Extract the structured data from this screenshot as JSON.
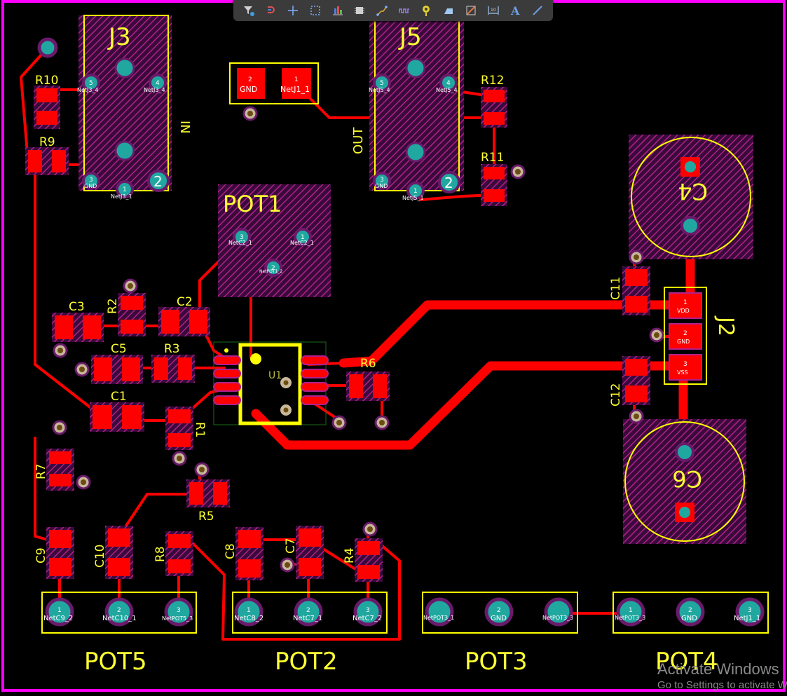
{
  "toolbar": {
    "tools": [
      {
        "id": "filter",
        "icon": "filter-icon"
      },
      {
        "id": "route-interactive",
        "icon": "magnet-icon"
      },
      {
        "id": "place-cross",
        "icon": "crosshair-icon"
      },
      {
        "id": "select-rect",
        "icon": "select-rectangle-icon"
      },
      {
        "id": "align",
        "icon": "align-icon"
      },
      {
        "id": "component",
        "icon": "chip-icon"
      },
      {
        "id": "route",
        "icon": "route-icon"
      },
      {
        "id": "tune",
        "icon": "length-tune-icon"
      },
      {
        "id": "via",
        "icon": "via-icon"
      },
      {
        "id": "fill",
        "icon": "fill-icon"
      },
      {
        "id": "region",
        "icon": "region-icon"
      },
      {
        "id": "dimension",
        "icon": "dimension-icon"
      },
      {
        "id": "text",
        "icon": "text-icon",
        "label": "A"
      },
      {
        "id": "line",
        "icon": "line-icon"
      }
    ]
  },
  "colors": {
    "background": "#000000",
    "board_outline": "#ff00ff",
    "copper": "#ff0000",
    "silkscreen": "#ffff00",
    "pad_hatch": "#b0208c",
    "pad_ring": "#6a1a6a",
    "through_hole": "#20a8a0"
  },
  "components": {
    "J3": "J3",
    "J5": "J5",
    "J2": "J2",
    "J1": "",
    "POT1": "POT1",
    "POT2": "POT2",
    "POT3": "POT3",
    "POT4": "POT4",
    "POT5": "POT5",
    "U1": "U1",
    "R1": "R1",
    "R2": "R2",
    "R3": "R3",
    "R4": "R4",
    "R5": "R5",
    "R6": "R6",
    "R7": "R7",
    "R8": "R8",
    "R9": "R9",
    "R10": "R10",
    "R11": "R11",
    "R12": "R12",
    "C1": "C1",
    "C2": "C2",
    "C3": "C3",
    "C4": "C4",
    "C5": "C5",
    "C6": "C6",
    "C7": "C7",
    "C8": "C8",
    "C9": "C9",
    "C10": "C10",
    "C11": "C11",
    "C12": "C12"
  },
  "labels": {
    "in": "IN",
    "out": "OUT"
  },
  "nets": {
    "netJ3_4": "NetJ3_4",
    "netJ3_1": "NetJ3_1",
    "gnd": "GND",
    "netJ5_4": "NetJ5_4",
    "netJ5_1": "NetJ5_1",
    "netJ1_1": "NetJ1_1",
    "netC2_1": "NetC2_1",
    "netPOT1_2": "NetPOT1_2",
    "vdd": "VDD",
    "vss": "VSS",
    "netC9_2": "NetC9_2",
    "netC10_1": "NetC10_1",
    "netPOT5_3": "NetPOT5_3",
    "netC8_2": "NetC8_2",
    "netC7_1": "NetC7_1",
    "netC7_2": "NetC7_2",
    "netPOT3_1": "NetPOT3_1",
    "netPOT3_3": "NetPOT3_3"
  },
  "pins": {
    "p1": "1",
    "p2": "2",
    "p3": "3",
    "p4": "4",
    "p5": "5"
  },
  "watermark": {
    "line1": "Activate Windows",
    "line2": "Go to Settings to activate Windows."
  }
}
